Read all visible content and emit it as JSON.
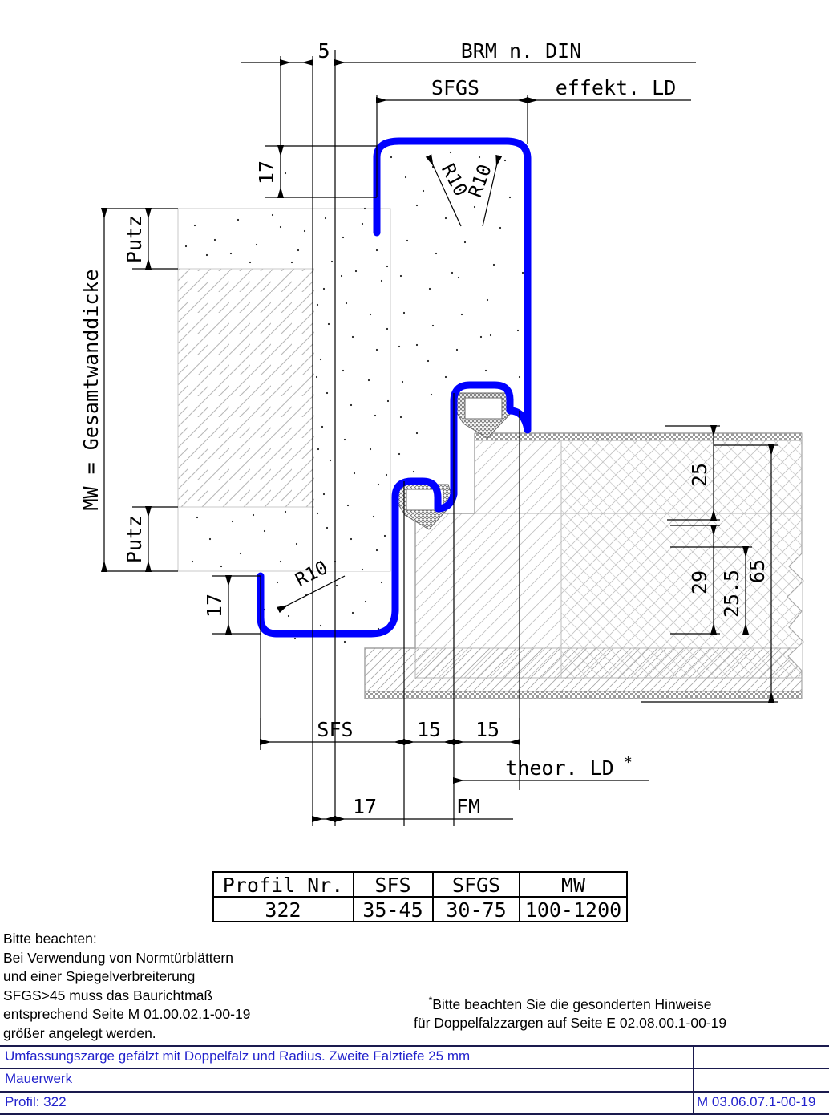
{
  "drawing": {
    "type": "architectural-section",
    "title": "Umfassungszarge Doppelfalz Radius",
    "accent_blue": "#0000ff",
    "title_block_blue": "#2222cc"
  },
  "dimensions": {
    "top_5": "5",
    "brm": "BRM n. DIN",
    "sfgs": "SFGS",
    "effekt_ld": "effekt. LD",
    "top_17": "17",
    "putz_upper": "Putz",
    "putz_lower": "Putz",
    "mw": "MW = Gesamtwanddicke",
    "radius_1": "R10",
    "radius_2": "R10",
    "radius_3": "R10",
    "left_17": "17",
    "right_25": "25",
    "right_29": "29",
    "right_255": "25.5",
    "right_65": "65",
    "sfs": "SFS",
    "dim_15_a": "15",
    "dim_15_b": "15",
    "theor_ld": "theor. LD",
    "theor_ld_star": "*",
    "bottom_17": "17",
    "fm": "FM"
  },
  "profile_table": {
    "headers": [
      "Profil Nr.",
      "SFS",
      "SFGS",
      "MW"
    ],
    "rows": [
      [
        "322",
        "35-45",
        "30-75",
        "100-1200"
      ]
    ]
  },
  "notes": {
    "left": "Bitte beachten:\nBei Verwendung von Normtürblättern\nund einer Spiegelverbreiterung\nSFGS>45 muss das Baurichtmaß\nentsprechend Seite M 01.00.02.1-00-19\ngrößer angelegt werden.",
    "right_star": "*",
    "right_line1": "Bitte beachten Sie die gesonderten Hinweise",
    "right_line2": "für Doppelfalzzargen auf Seite E 02.08.00.1-00-19"
  },
  "title_block": {
    "row1": "Umfassungszarge gefälzt mit Doppelfalz und Radius. Zweite Falztiefe 25 mm",
    "row2": "Mauerwerk",
    "row3": "Profil: 322",
    "code": "M 03.06.07.1-00-19"
  }
}
